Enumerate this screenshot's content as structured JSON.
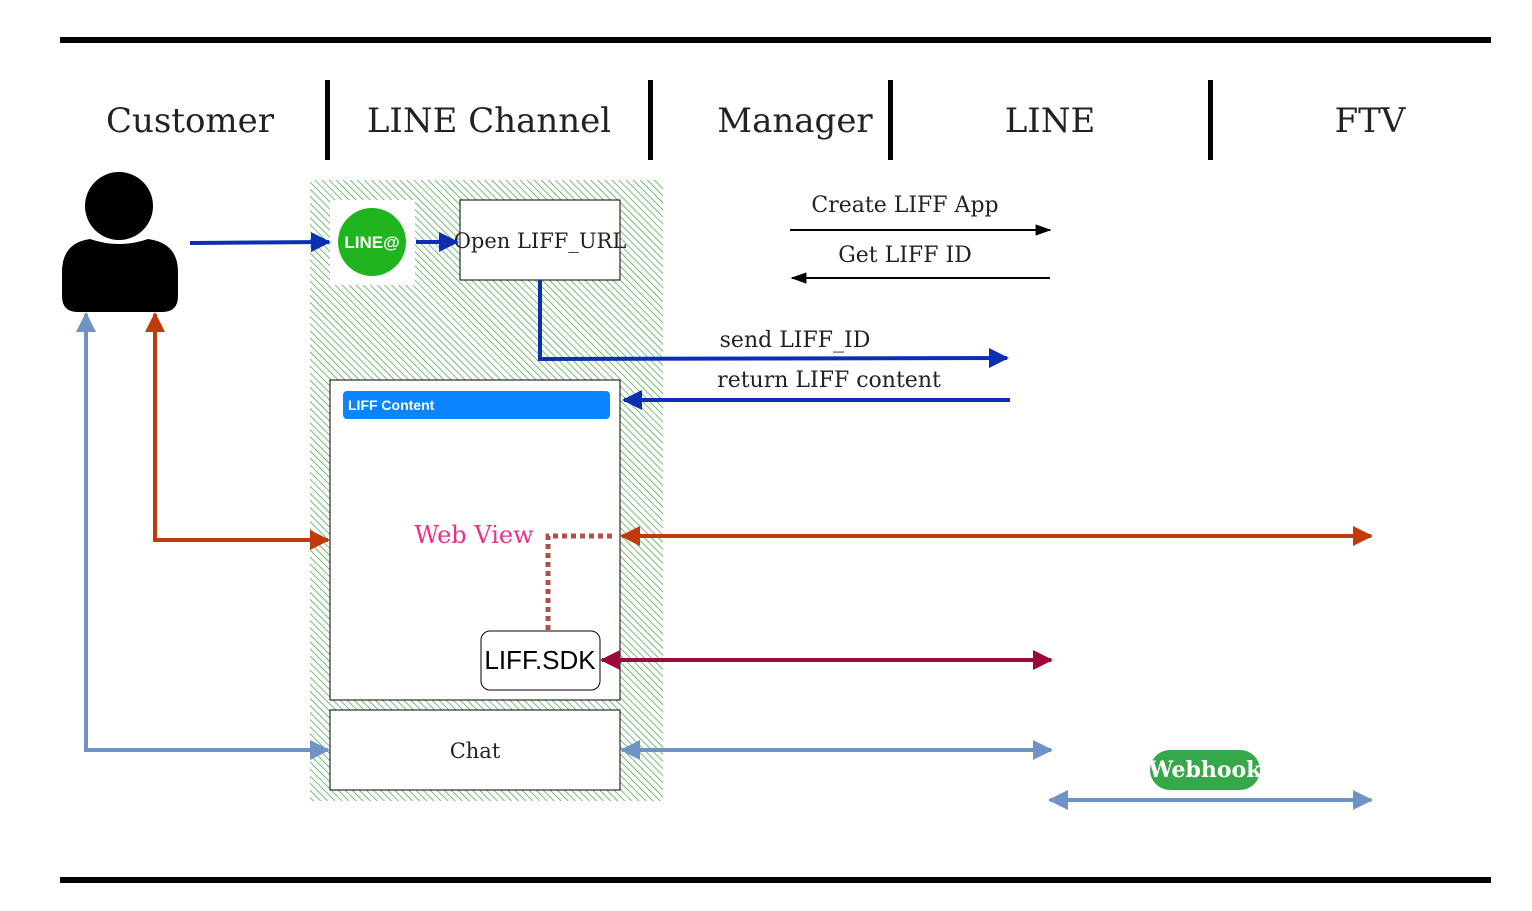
{
  "lanes": [
    {
      "title": "Customer"
    },
    {
      "title": "LINE Channel"
    },
    {
      "title": "Manager"
    },
    {
      "title": "LINE"
    },
    {
      "title": "FTV"
    }
  ],
  "channel": {
    "logo_text": "LINE@",
    "open_liff_url": "Open LIFF_URL",
    "liff_content_header": "LIFF Content",
    "web_view": "Web View",
    "liff_sdk": "LIFF.SDK",
    "chat": "Chat"
  },
  "messages": {
    "create_liff_app": "Create LIFF App",
    "get_liff_id": "Get LIFF ID",
    "send_liff_id": "send LIFF_ID",
    "return_liff_content": "return LIFF content"
  },
  "webhook": {
    "label": "Webhook"
  },
  "colors": {
    "channel_hatch": "#3aa33a",
    "line_green": "#1fb51f",
    "liff_header_blue": "#0a84ff",
    "flow_blue": "#0a2fb0",
    "flow_orange": "#c13a0c",
    "flow_crimson": "#9b0a3c",
    "flow_steel": "#6f93c4",
    "web_view_pink": "#ee2f8a",
    "dotted_connector": "#b0504a",
    "webhook_green": "#35a84a"
  },
  "icons": [
    "user-silhouette-icon",
    "line-at-logo-icon"
  ]
}
